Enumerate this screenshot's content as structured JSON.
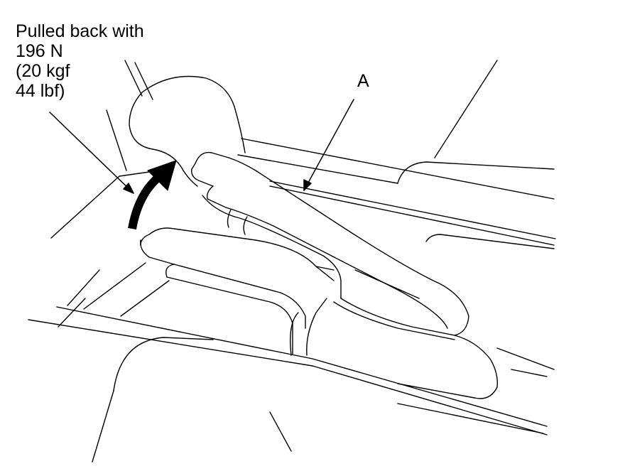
{
  "callout": {
    "line1": "Pulled back with",
    "line2": "196 N",
    "line3": "(20 kgf",
    "line4": "44 lbf)"
  },
  "label_a": "A",
  "colors": {
    "line": "#000000",
    "background": "#ffffff",
    "arrow": "#000000"
  }
}
